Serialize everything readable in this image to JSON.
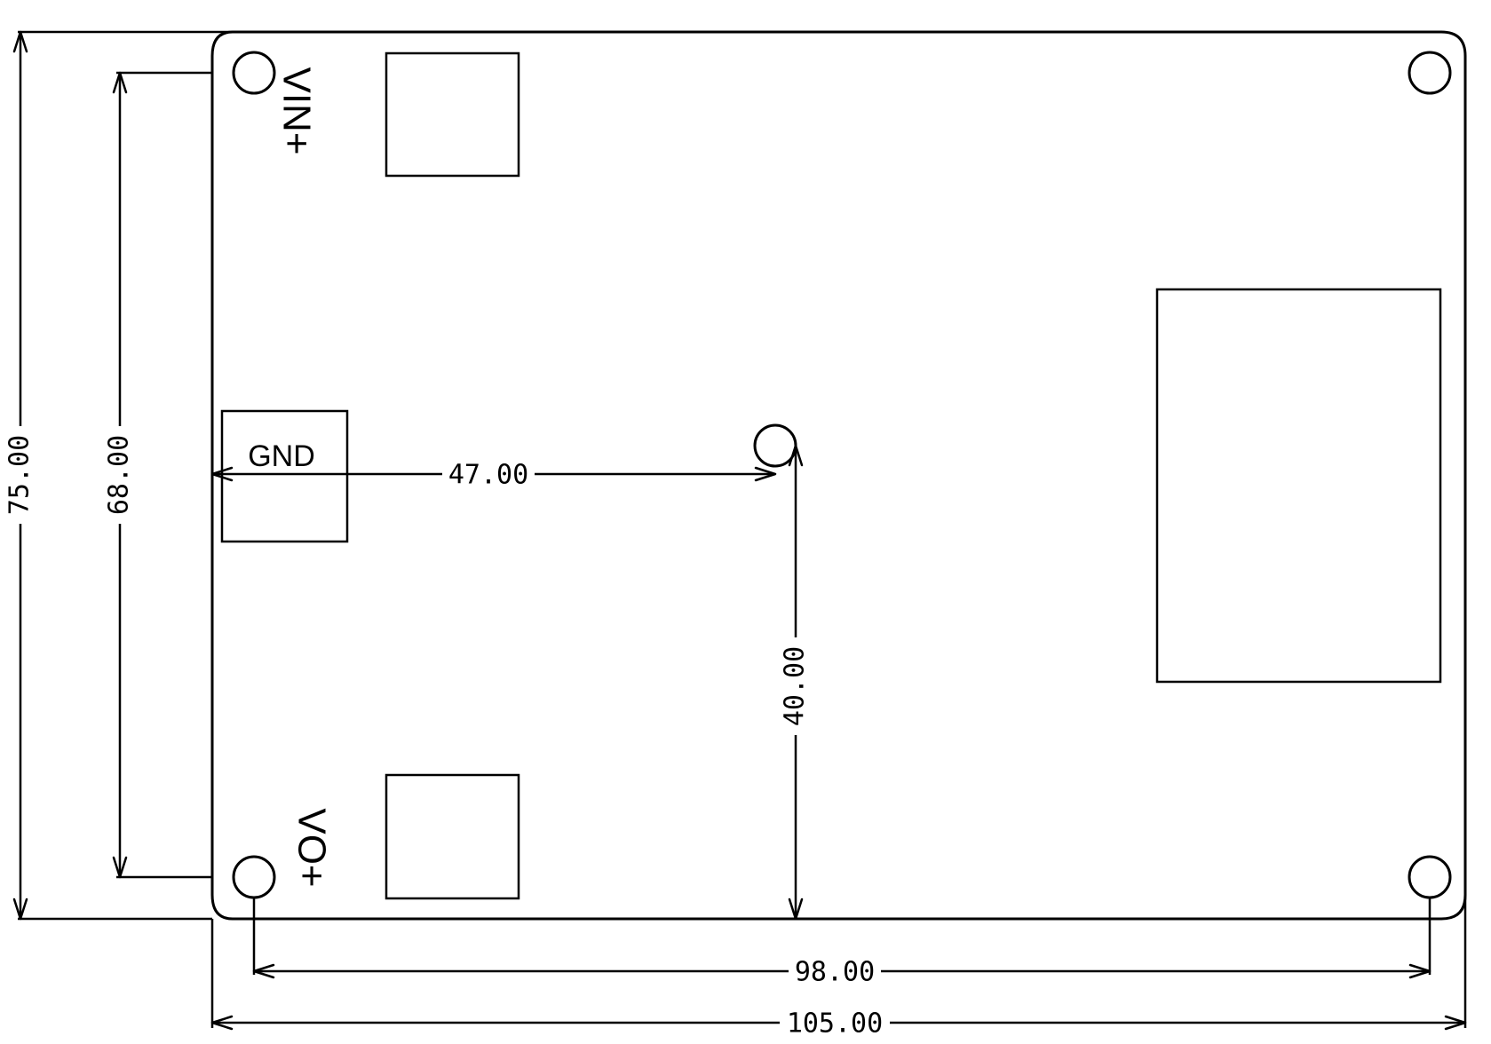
{
  "labels": {
    "vin": "VIN+",
    "vo": "VO+",
    "gnd": "GND"
  },
  "dimensions": {
    "board_height": "75.00",
    "hole_pitch_vertical": "68.00",
    "gnd_to_center_hole": "47.00",
    "center_hole_to_bottom": "40.00",
    "hole_pitch_horizontal": "98.00",
    "board_width": "105.00"
  }
}
